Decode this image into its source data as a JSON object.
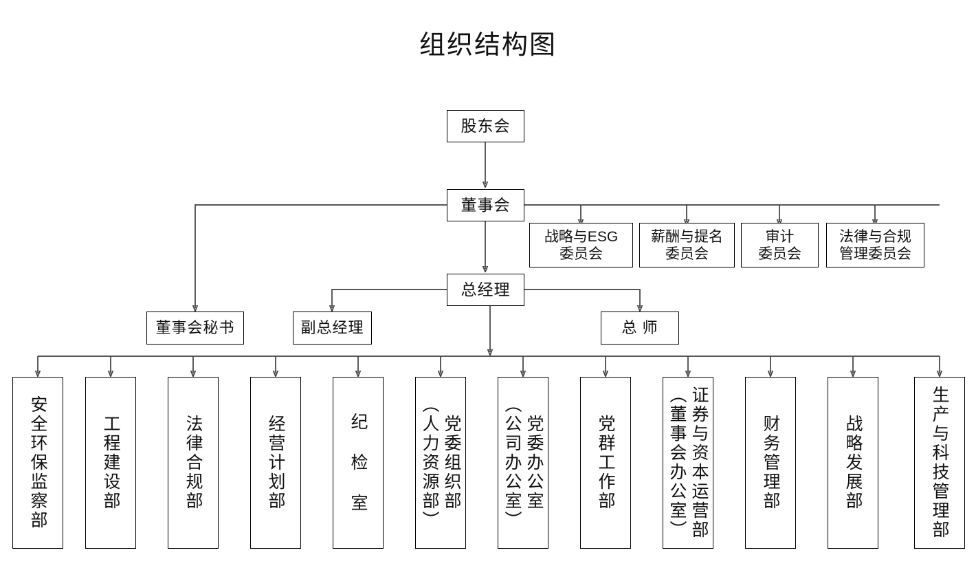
{
  "chart_data": {
    "type": "diagram",
    "diagram_kind": "org-chart",
    "title": "组织结构图",
    "levels": [
      {
        "name": "shareholders",
        "nodes": [
          "股东会"
        ]
      },
      {
        "name": "board",
        "nodes": [
          "董事会"
        ]
      },
      {
        "name": "committees",
        "nodes": [
          "战略与ESG\n委员会",
          "薪酬与提名\n委员会",
          "审计\n委员会",
          "法律与合规\n管理委员会"
        ]
      },
      {
        "name": "general-manager",
        "nodes": [
          "总经理"
        ]
      },
      {
        "name": "executives",
        "nodes": [
          "董事会秘书",
          "副总经理",
          "总 师"
        ]
      },
      {
        "name": "departments",
        "nodes": [
          "安全环保监察部",
          "工程建设部",
          "法律合规部",
          "经营计划部",
          "纪 检 室",
          "党委组织部（人力资源部）",
          "党委办公室（公司办公室）",
          "党群工作部",
          "证券与资本运营部（董事会办公室）",
          "财务管理部",
          "战略发展部",
          "生产与科技管理部"
        ]
      }
    ],
    "edges": [
      {
        "from": "股东会",
        "to": "董事会"
      },
      {
        "from": "董事会",
        "to": "战略与ESG委员会"
      },
      {
        "from": "董事会",
        "to": "薪酬与提名委员会"
      },
      {
        "from": "董事会",
        "to": "审计委员会"
      },
      {
        "from": "董事会",
        "to": "法律与合规管理委员会"
      },
      {
        "from": "董事会",
        "to": "董事会秘书"
      },
      {
        "from": "董事会",
        "to": "总经理"
      },
      {
        "from": "总经理",
        "to": "副总经理"
      },
      {
        "from": "总经理",
        "to": "总 师"
      },
      {
        "from": "总经理",
        "to": "departments-bus"
      }
    ]
  },
  "page": {
    "title": "组织结构图",
    "background": "#ffffff",
    "line_color": "#3f3f3f",
    "box_border_color": "#000000",
    "text_color": "#111111"
  },
  "top": {
    "shareholders": "股东会",
    "board": "董事会",
    "general_manager": "总经理"
  },
  "committees": [
    {
      "label": "战略与ESG\n委员会"
    },
    {
      "label": "薪酬与提名\n委员会"
    },
    {
      "label": "审计\n委员会"
    },
    {
      "label": "法律与合规\n管理委员会"
    }
  ],
  "executives": [
    {
      "label": "董事会秘书"
    },
    {
      "label": "副总经理"
    },
    {
      "label": "总 师"
    }
  ],
  "departments": [
    {
      "label": "安全环保监察部"
    },
    {
      "label": "工程建设部"
    },
    {
      "label": "法律合规部"
    },
    {
      "label": "经营计划部"
    },
    {
      "label": "纪 检 室"
    },
    {
      "label": "党委组织部\n（人力资源部）"
    },
    {
      "label": "党委办公室\n（公司办公室）"
    },
    {
      "label": "党群工作部"
    },
    {
      "label": "证券与资本运营部\n（董事会办公室）"
    },
    {
      "label": "财务管理部"
    },
    {
      "label": "战略发展部"
    },
    {
      "label": "生产与科技管理部"
    }
  ]
}
